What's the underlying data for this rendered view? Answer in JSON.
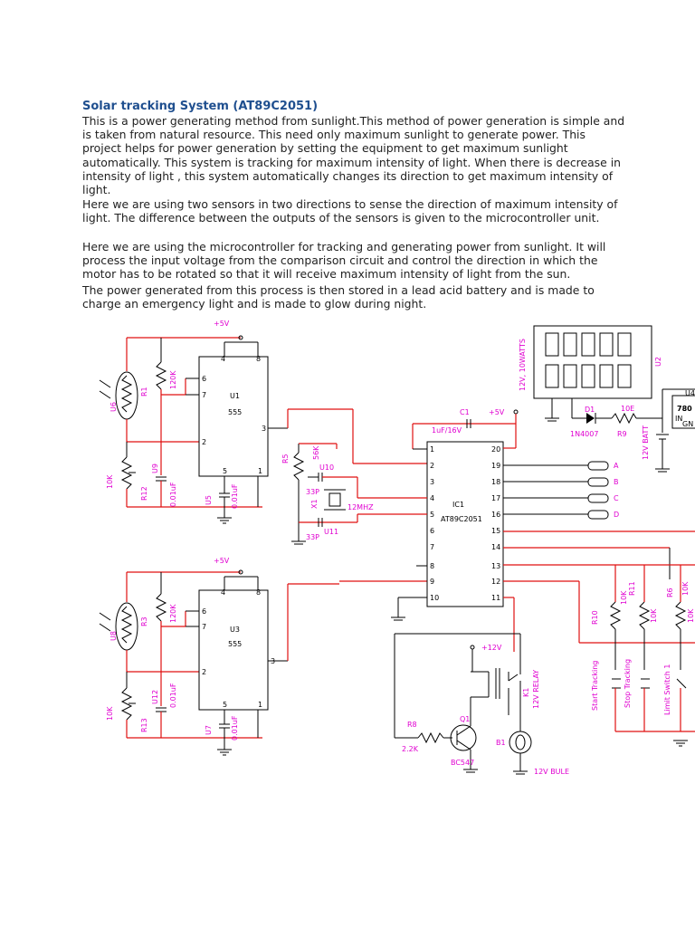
{
  "title": "Solar tracking System (AT89C2051)",
  "paragraphs": [
    "This is a power generating method from sunlight.This method of power generation is simple and is taken from natural resource. This need only maximum sunlight to generate power. This project helps for power generation by setting the equipment to get maximum sunlight automatically. This system is tracking for maximum intensity of light. When there is decrease in intensity of light , this system automatically changes its direction to get maximum intensity of light.",
    "Here we are using two sensors in two directions to sense the direction of maximum intensity of light. The difference between the outputs of the sensors is given to the microcontroller unit.",
    "Here we are using the microcontroller for tracking and generating power from sunlight. It will process the input voltage from the comparison circuit and control the direction in which the motor has to be rotated so that it will receive maximum intensity of light from the sun.",
    "The power generated from this process is then stored in a lead acid battery and is made to charge an emergency light and is made to glow during night."
  ],
  "schematic": {
    "vcc_top": "+5V",
    "vcc_bottom": "+5V",
    "vcc_c1": "+5V",
    "vcc_relay": "+12V",
    "u6": "U6",
    "r1": "R1",
    "r1v": "120K",
    "u1": "U1",
    "u1t": "555",
    "rv1": "10K",
    "r12": "R12",
    "u9": "U9",
    "c9": "0.01uF",
    "u5": "U5",
    "c5": "0.01uF",
    "u8": "U8",
    "r3": "R3",
    "r3v": "120K",
    "u3": "U3",
    "u3t": "555",
    "rv2": "10K",
    "r13": "R13",
    "u12": "U12",
    "c12": "0.01uF",
    "u7": "U7",
    "c7": "0.01uF",
    "r5": "R5",
    "r5v": "56K",
    "u10": "U10",
    "x1": "X1",
    "cap1": "33P",
    "cap2": "33P",
    "xtal": "12MHZ",
    "u11": "U11",
    "c1": "C1",
    "c1v": "1uF/16V",
    "ic1": "IC1",
    "ic1t": "AT89C2051",
    "pins_left": [
      "1",
      "2",
      "3",
      "4",
      "5",
      "6",
      "7",
      "8",
      "9",
      "10"
    ],
    "pins_right": [
      "20",
      "19",
      "18",
      "17",
      "16",
      "15",
      "14",
      "13",
      "12",
      "11"
    ],
    "out_a": "A",
    "out_b": "B",
    "out_c": "C",
    "out_d": "D",
    "panel": "12V, 10WATTS",
    "u2": "U2",
    "d1": "D1",
    "d1v": "1N4007",
    "r9v": "10E",
    "r9": "R9",
    "batt": "12V BATT",
    "u4": "U4",
    "reg": "780",
    "reg_in": "IN",
    "reg_gn": "GN",
    "r10": "R10",
    "r10v": "10K",
    "r11": "R11",
    "r11v": "10K",
    "r6": "R6",
    "r6v": "10K",
    "r7v": "10K",
    "sw1": "Start Tracking",
    "sw2": "Stop Tracking",
    "sw3": "Limit Switch 1",
    "r8": "R8",
    "r8v": "2.2K",
    "q1": "Q1",
    "q1v": "BC547",
    "k1": "K1",
    "k1v": "12V RELAY",
    "b1": "B1",
    "bulb": "12V BULE"
  }
}
